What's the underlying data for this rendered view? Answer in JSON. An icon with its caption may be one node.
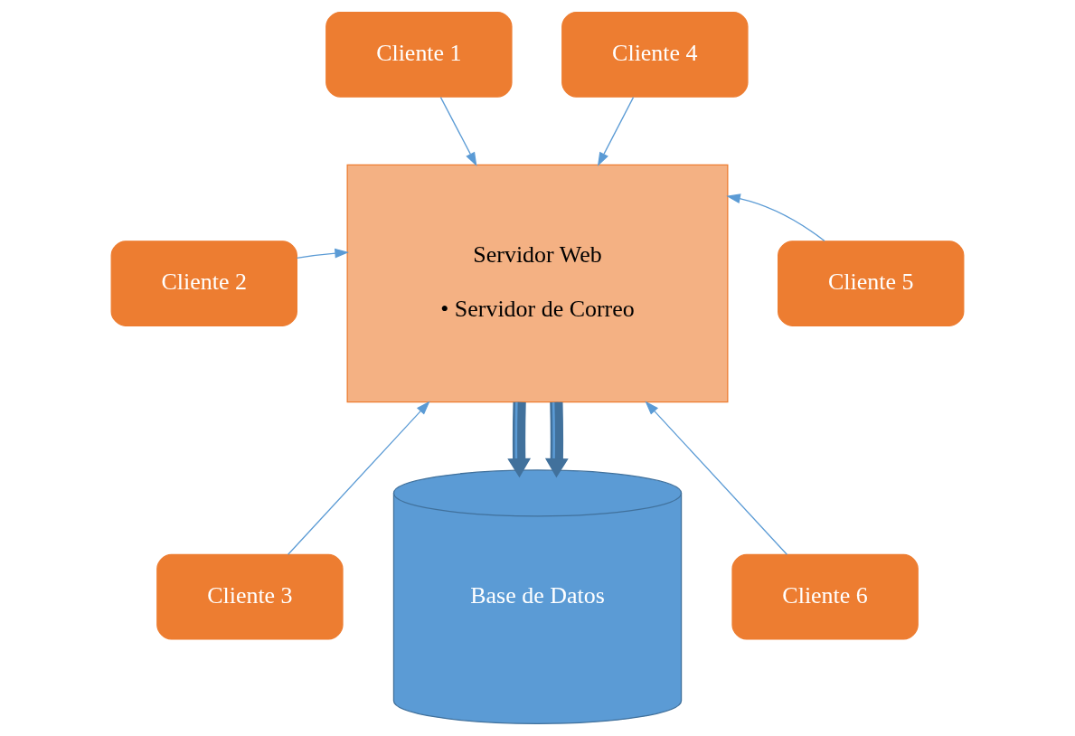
{
  "diagram": {
    "nodes": [
      {
        "text": [
          "Cliente 1"
        ]
      },
      {
        "text": [
          "Servidor Web",
          "• Servidor de Correo"
        ]
      },
      {
        "text": [
          "Cliente 4"
        ]
      },
      {
        "text": [
          "Cliente 2"
        ]
      },
      {
        "text": [
          "Cliente 5"
        ]
      },
      {
        "text": [
          "Cliente 3"
        ]
      },
      {
        "text": [
          "Base de Datos"
        ]
      },
      {
        "text": [
          "Cliente 6"
        ]
      }
    ],
    "edges": [
      {
        "from": 0,
        "to": 1,
        "arrow": "to"
      },
      {
        "from": 3,
        "to": 1,
        "arrow": "to"
      },
      {
        "from": 5,
        "to": 1,
        "arrow": "to"
      },
      {
        "from": 2,
        "to": 1,
        "arrow": "to"
      },
      {
        "from": 4,
        "to": 1,
        "arrow": "to"
      },
      {
        "from": 7,
        "to": 1,
        "arrow": "to"
      },
      {
        "from": 1,
        "to": 6,
        "arrow": "to",
        "style": "thick"
      },
      {
        "from": 1,
        "to": 6,
        "arrow": "to",
        "style": "thick"
      }
    ]
  }
}
